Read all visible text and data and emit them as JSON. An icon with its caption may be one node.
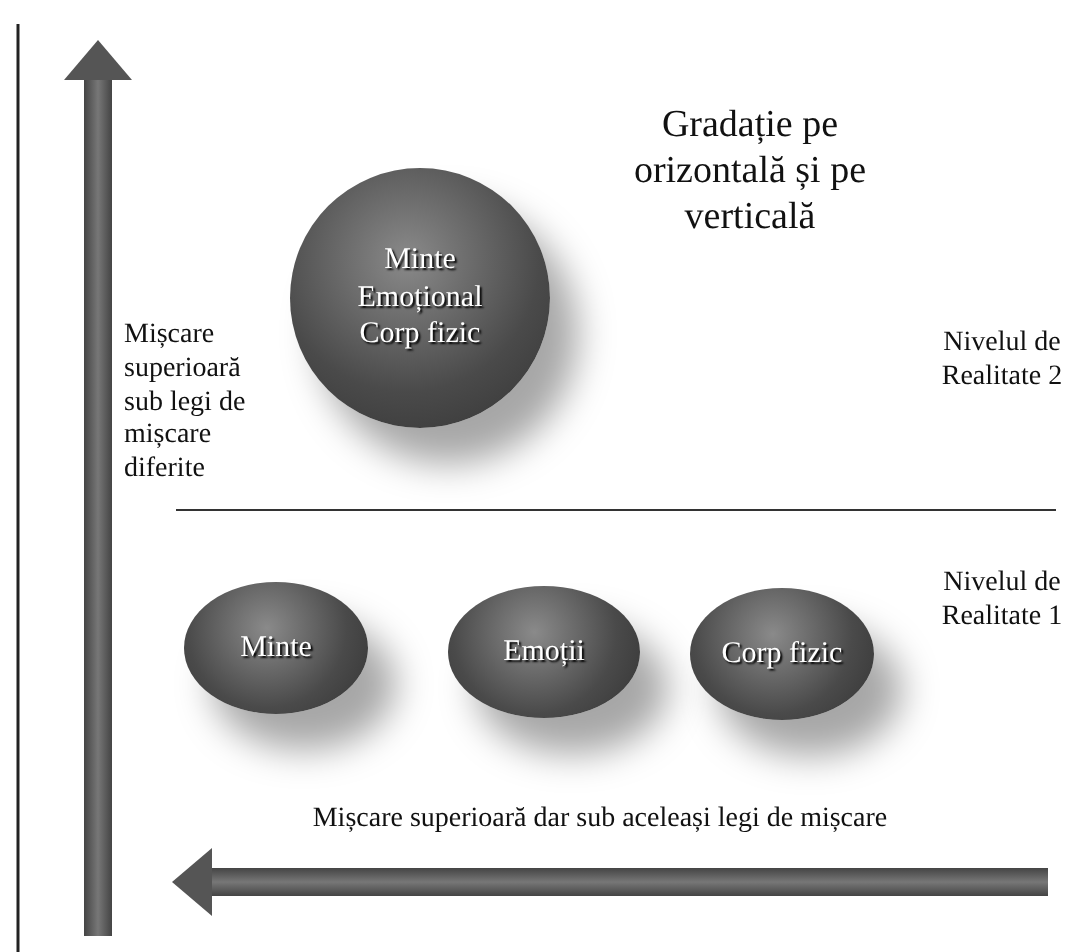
{
  "diagram": {
    "nodes": [
      {
        "text": [
          "Minte",
          "Emoțional",
          "Corp fizic"
        ]
      },
      {
        "text": [
          "Minte"
        ]
      },
      {
        "text": [
          "Emoții"
        ]
      },
      {
        "text": [
          "Corp fizic"
        ]
      }
    ],
    "labels": [
      "Gradație pe orizontală și pe verticală",
      "Mișcare superioară sub legi de mișcare diferite",
      "Nivelul de Realitate 2",
      "Nivelul de Realitate 1",
      "Mișcare superioară dar sub aceleași legi de mișcare"
    ]
  }
}
